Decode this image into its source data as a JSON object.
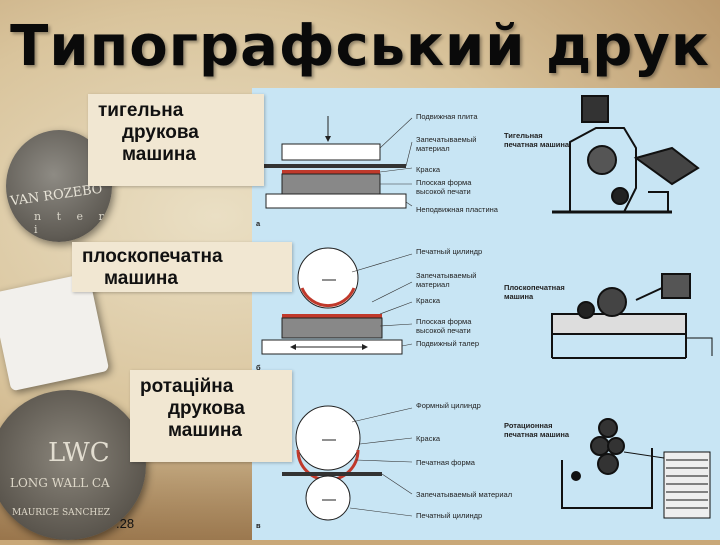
{
  "title": "Типографський друк",
  "labels": {
    "platen": [
      "тигельна",
      "друкова",
      "машина"
    ],
    "flatbed": [
      "плоскопечатна",
      "машина"
    ],
    "rotary": [
      "ротаційна",
      "друкова",
      "машина"
    ]
  },
  "samples": {
    "first": {
      "line1": "VAN ROZEBO",
      "line2": "n t e r i"
    },
    "third": {
      "line1": "LWC",
      "line2": "LONG WALL CA",
      "line3": "MAURICE SANCHEZ"
    }
  },
  "page_number": ".28",
  "diagram": {
    "platen": {
      "callouts": [
        "Подвижная плита",
        "Запечатываемый материал",
        "Краска",
        "Плоская форма высокой печати",
        "Неподвижная пластина"
      ],
      "machine_title": [
        "Тигельная",
        "печатная машина"
      ],
      "corner_letter": "а"
    },
    "flatbed": {
      "callouts": [
        "Печатный цилиндр",
        "Запечатываемый материал",
        "Краска",
        "Плоская форма высокой печати",
        "Подвижный талер"
      ],
      "machine_title": [
        "Плоскопечатная",
        "машина"
      ],
      "corner_letter": "б"
    },
    "rotary": {
      "callouts": [
        "Формный цилиндр",
        "Краска",
        "Печатная форма",
        "Запечатываемый материал",
        "Печатный цилиндр"
      ],
      "machine_title": [
        "Ротационная",
        "печатная машина"
      ],
      "corner_letter": "в"
    }
  },
  "colors": {
    "panel": "#c8e5f4",
    "ink": "#c0392b",
    "label_bg": "#f1e7d2"
  }
}
